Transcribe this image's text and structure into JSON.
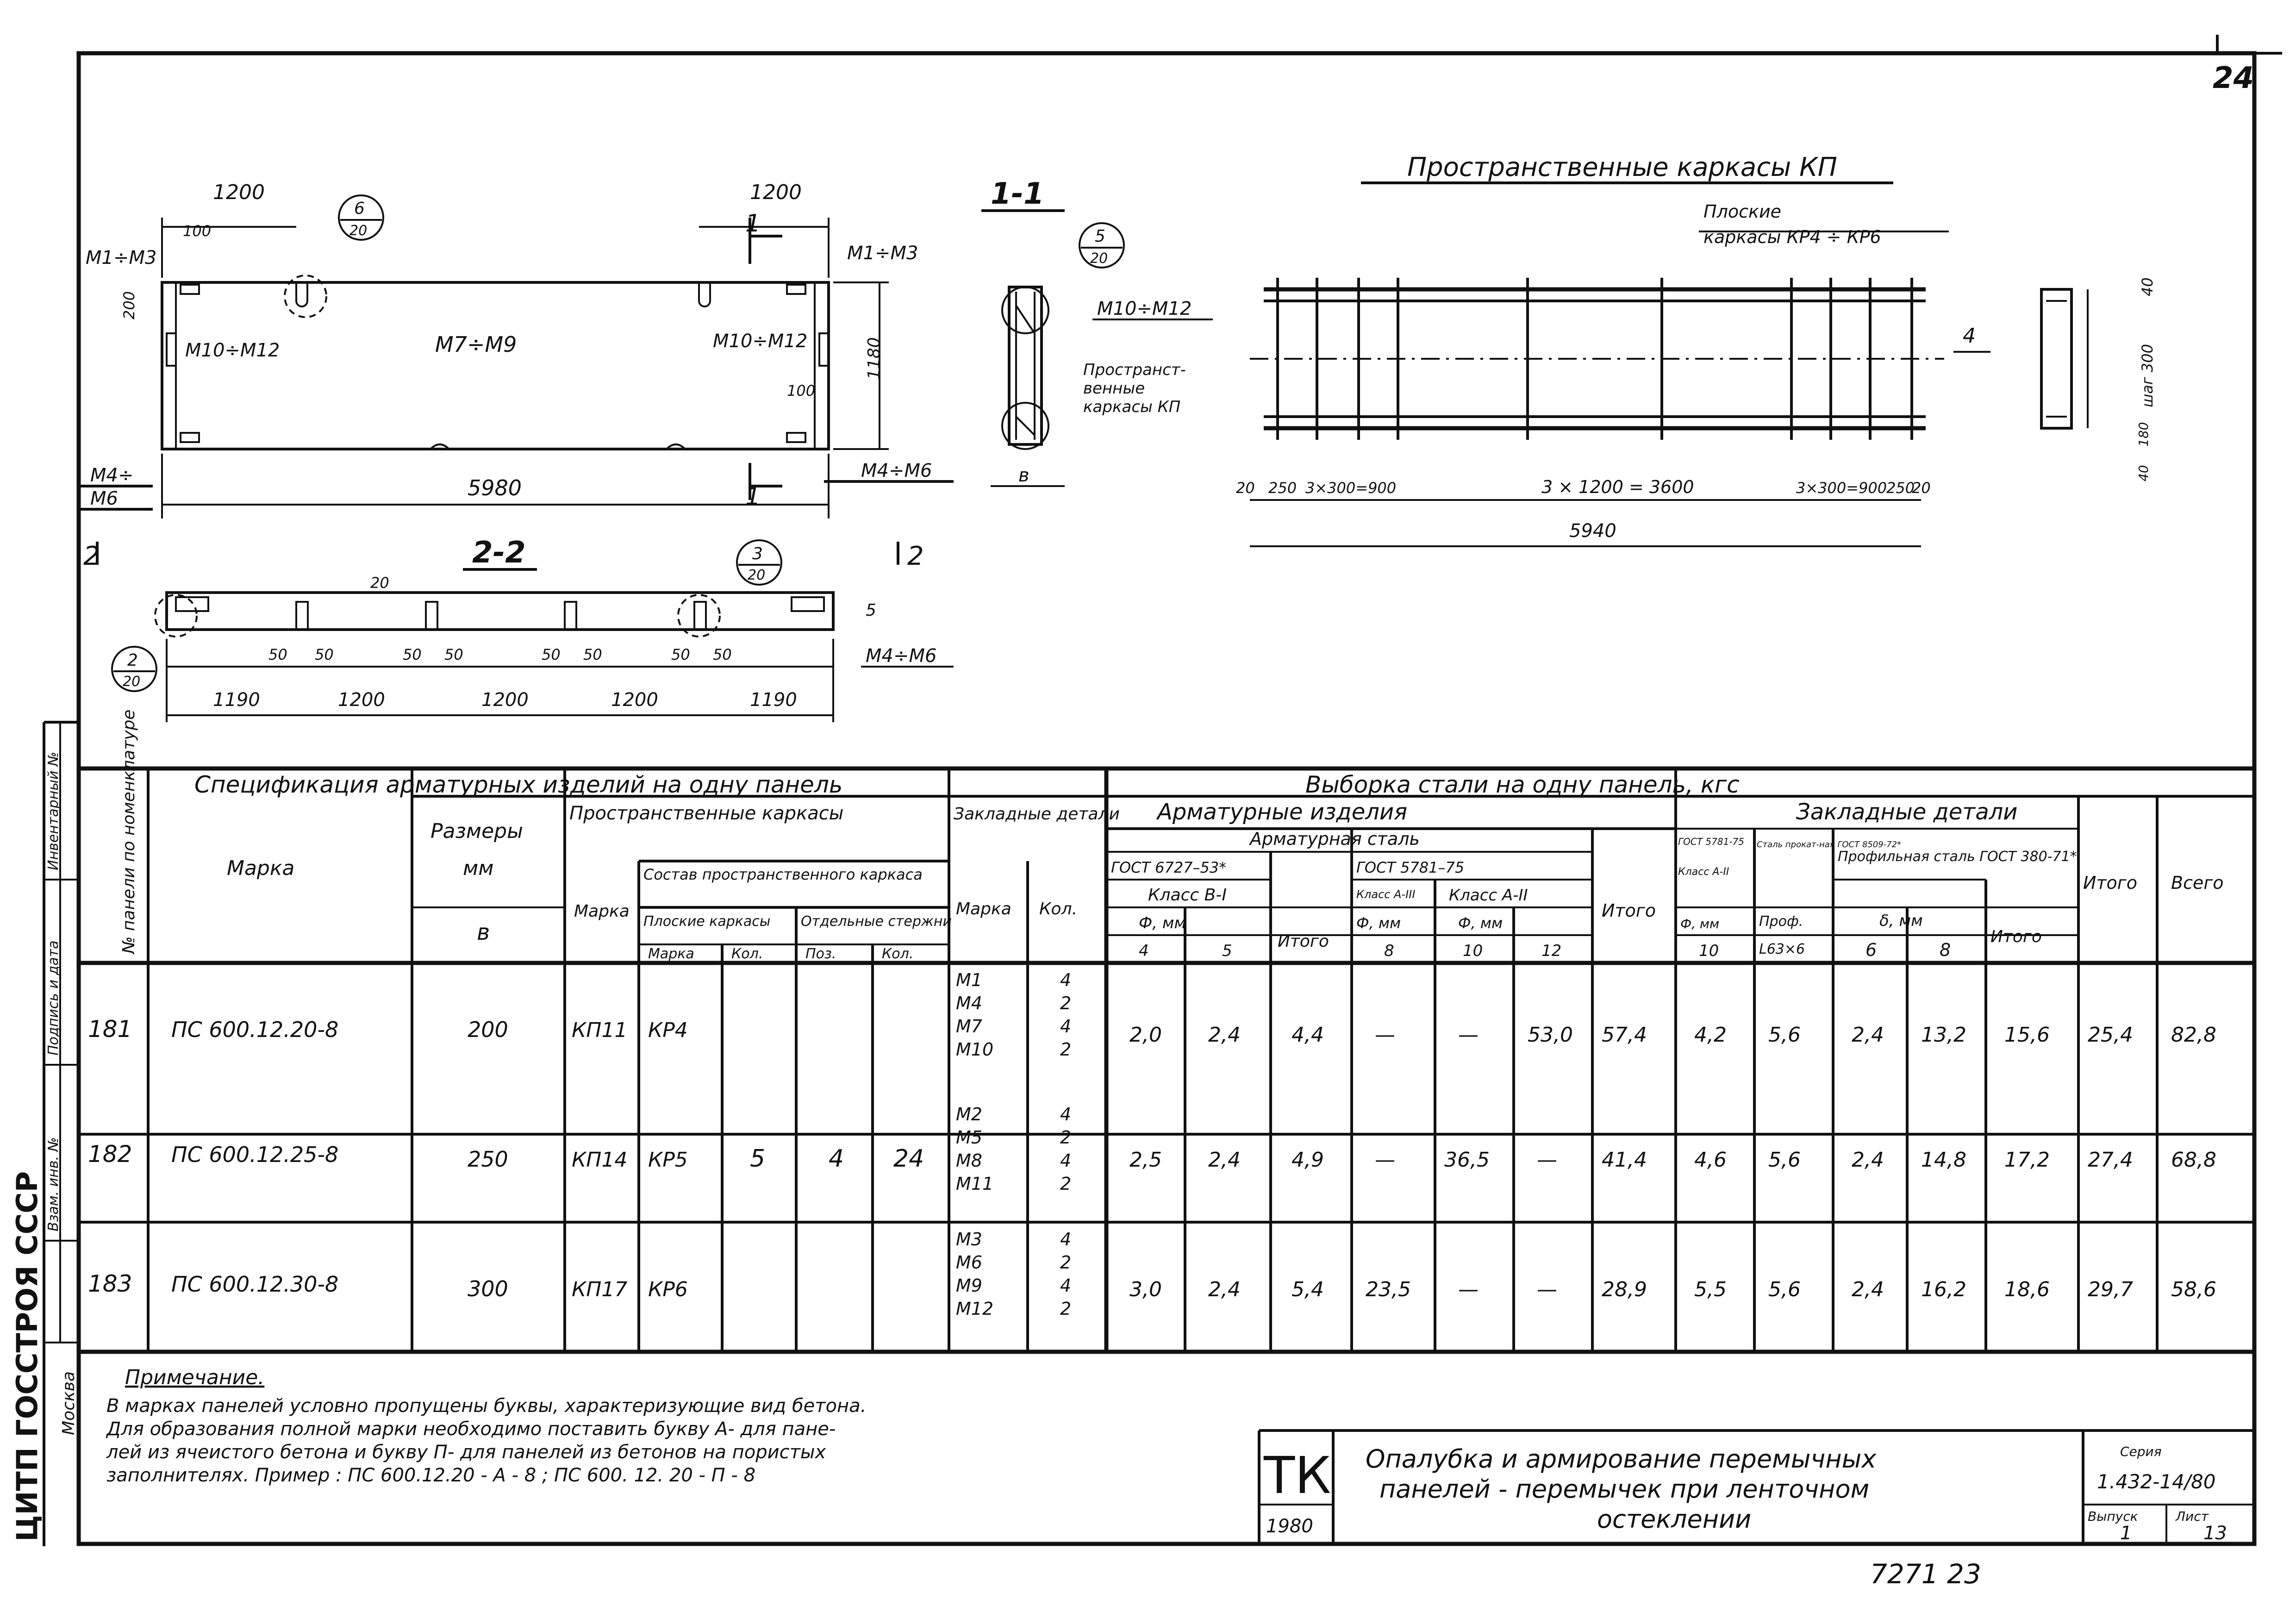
{
  "sheet": {
    "page_number": "24",
    "stamp_bottom": "7271 23"
  },
  "org_stamp": {
    "name": "ЦИТП ГОССТРОЯ СССР",
    "city": "Москва",
    "side_labels": [
      "Инвентарный №",
      "Подпись и дата",
      "Взам. инв. №"
    ]
  },
  "drawings": {
    "plan": {
      "dims": {
        "top_left": "1200",
        "top_right": "1200",
        "side_100": "100",
        "side_200": "200",
        "length": "5980",
        "height": "1180",
        "right_100": "100",
        "bottom": [
          "1190",
          "1200",
          "1200",
          "1200",
          "1190"
        ],
        "gaps": [
          "50",
          "50",
          "50",
          "50",
          "50",
          "50",
          "50",
          "50"
        ],
        "small_20": "20",
        "small_5": "5"
      },
      "labels": {
        "m1_m3_left": "М1÷М3",
        "m1_m3_right": "М1÷М3",
        "m10_m12_left": "М10÷М12",
        "m10_m12_right": "М10÷М12",
        "m7_m9": "М7÷М9",
        "m4_m6_left_1": "М4÷",
        "m4_m6_left_2": "М6",
        "m4_m6_right": "М4÷М6",
        "m4_m6_bottom": "М4÷М6",
        "sec_1": "1",
        "sec_1b": "1",
        "sec_2_left": "2",
        "sec_2_right": "2",
        "callout_6": "6",
        "callout_6_sheet": "20",
        "callout_3": "3",
        "callout_3_sheet": "20",
        "callout_2": "2",
        "callout_2_sheet": "20"
      },
      "section_title": "2-2"
    },
    "section_1_1": {
      "title": "1-1",
      "callout_num": "5",
      "callout_sheet": "20",
      "m10_m12": "М10÷М12",
      "kp_note": [
        "Пространст-",
        "венные",
        "каркасы КП"
      ],
      "width_label": "в"
    },
    "kp": {
      "title": "Пространственные каркасы КП",
      "flat_label_1": "Плоские",
      "flat_label_2": "каркасы  КР4 ÷ КР6",
      "mark_4": "4",
      "dims_row": [
        "20",
        "250",
        "3×300=900",
        "3 × 1200 = 3600",
        "3×300=900",
        "250",
        "20"
      ],
      "total": "5940",
      "side_dims": [
        "40",
        "шаг 300",
        "180",
        "40"
      ]
    }
  },
  "spec": {
    "title_left": "Спецификация  арматурных  изделий  на  одну  панель",
    "title_right": "Выборка  стали  на  одну  панель, кгс",
    "headers": {
      "num": "№ панели по номенклатуре",
      "mark": "Марка",
      "size_1": "Размеры",
      "size_2": "мм",
      "size_3": "в",
      "kp_group": "Пространственные каркасы",
      "kp_mark": "Марка",
      "kp_comp": "Состав пространственного каркаса",
      "flat": "Плоские каркасы",
      "flat_mark": "Марка",
      "flat_qty": "Кол.",
      "bars": "Отдельные стержни",
      "bars_pos": "Поз.",
      "bars_qty": "Кол.",
      "emb": "Закладные детали",
      "emb_mark": "Марка",
      "emb_qty": "Кол.",
      "arm_group": "Арматурные  изделия",
      "arm_steel": "Арматурная  сталь",
      "gost_6727": "ГОСТ  6727–53*",
      "class_b": "Класс В-I",
      "phi_mm": "Ф, мм",
      "d4": "4",
      "d5": "5",
      "sum": "Итого",
      "gost_5781": "ГОСТ  5781–75",
      "class_a3": "Класс А-III",
      "phi_a3": "Ф, мм",
      "d8": "8",
      "class_a2": "Класс А-II",
      "phi_a2": "Ф, мм",
      "d10": "10",
      "d12": "12",
      "arm_total": "Итого",
      "emb_group": "Закладные  детали",
      "emb_gost": "ГОСТ 5781-75",
      "emb_class": "Класс А-II",
      "emb_phi": "Ф, мм",
      "emb_d10": "10",
      "rolled_1": "Сталь прокат-ная ГОСТ 8509-72*",
      "rolled_prof": "Проф.",
      "rolled_size": "L63×6",
      "shaped": "Профильная сталь ГОСТ 380-71*",
      "delta": "δ, мм",
      "t6": "6",
      "t8": "8",
      "shaped_sum": "Итого",
      "emb_total": "Итого",
      "grand": "Всего"
    },
    "rows": [
      {
        "num": "181",
        "mark": "ПС 600.12.20-8",
        "b": "200",
        "kp": "КП11",
        "flat": "КР4",
        "emb_marks": [
          "М1",
          "М4",
          "М7",
          "М10"
        ],
        "emb_qty": [
          "4",
          "2",
          "4",
          "2"
        ],
        "d4": "2,0",
        "d5": "2,4",
        "sum_b": "4,4",
        "d8": "—",
        "d10": "—",
        "d12": "53,0",
        "arm_total": "57,4",
        "emb_d10": "4,2",
        "prof": "5,6",
        "t6": "2,4",
        "t8": "13,2",
        "shaped_sum": "15,6",
        "emb_total": "25,4",
        "grand": "82,8"
      },
      {
        "num": "182",
        "mark": "ПС 600.12.25-8",
        "b": "250",
        "kp": "КП14",
        "flat": "КР5",
        "emb_marks": [
          "М2",
          "М5",
          "М8",
          "М11"
        ],
        "emb_qty": [
          "4",
          "2",
          "4",
          "2"
        ],
        "d4": "2,5",
        "d5": "2,4",
        "sum_b": "4,9",
        "d8": "—",
        "d10": "36,5",
        "d12": "—",
        "arm_total": "41,4",
        "emb_d10": "4,6",
        "prof": "5,6",
        "t6": "2,4",
        "t8": "14,8",
        "shaped_sum": "17,2",
        "emb_total": "27,4",
        "grand": "68,8"
      },
      {
        "num": "183",
        "mark": "ПС 600.12.30-8",
        "b": "300",
        "kp": "КП17",
        "flat": "КР6",
        "emb_marks": [
          "М3",
          "М6",
          "М9",
          "М12"
        ],
        "emb_qty": [
          "4",
          "2",
          "4",
          "2"
        ],
        "d4": "3,0",
        "d5": "2,4",
        "sum_b": "5,4",
        "d8": "23,5",
        "d10": "—",
        "d12": "—",
        "arm_total": "28,9",
        "emb_d10": "5,5",
        "prof": "5,6",
        "t6": "2,4",
        "t8": "16,2",
        "shaped_sum": "18,6",
        "emb_total": "29,7",
        "grand": "58,6"
      }
    ],
    "shared": {
      "flat_qty": "5",
      "bars_pos": "4",
      "bars_qty": "24"
    }
  },
  "note": {
    "title": "Примечание.",
    "lines": [
      "В марках  панелей  условно  пропущены  буквы,  характеризующие  вид  бетона.",
      "Для образования  полной  марки  необходимо  поставить  букву А- для  пане-",
      "лей  из ячеистого  бетона  и  букву П- для  панелей  из  бетонов  на  пористых",
      "заполнителях.       Пример :  ПС 600.12.20 - А - 8 ;     ПС 600. 12. 20 - П - 8"
    ]
  },
  "title_block": {
    "tk": "ТК",
    "year": "1980",
    "title": [
      "Опалубка  и  армирование  перемычных",
      "панелей - перемычек  при  ленточном",
      "остеклении"
    ],
    "series": "1.432-14/80",
    "series_top": "Серия",
    "issue_label": "Выпуск",
    "sheet_label": "Лист",
    "issue": "1",
    "sheet": "13"
  }
}
